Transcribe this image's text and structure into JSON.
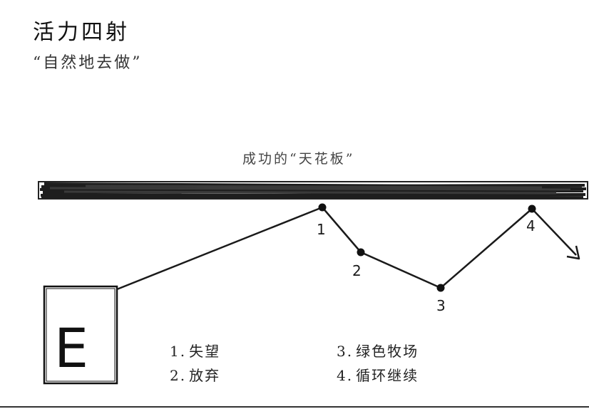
{
  "title": "活力四射",
  "subtitle": "“自然地去做”",
  "ceiling_label": "成功的“天花板”",
  "box_letter": "E",
  "points": [
    {
      "label": "1"
    },
    {
      "label": "2"
    },
    {
      "label": "3"
    },
    {
      "label": "4"
    }
  ],
  "legend": [
    {
      "num": "1.",
      "text": "失望"
    },
    {
      "num": "2.",
      "text": "放弃"
    },
    {
      "num": "3.",
      "text": "绿色牧场"
    },
    {
      "num": "4.",
      "text": "循环继续"
    }
  ],
  "colors": {
    "ink": "#1a1a1a",
    "ceiling": "#2b2b2b"
  }
}
